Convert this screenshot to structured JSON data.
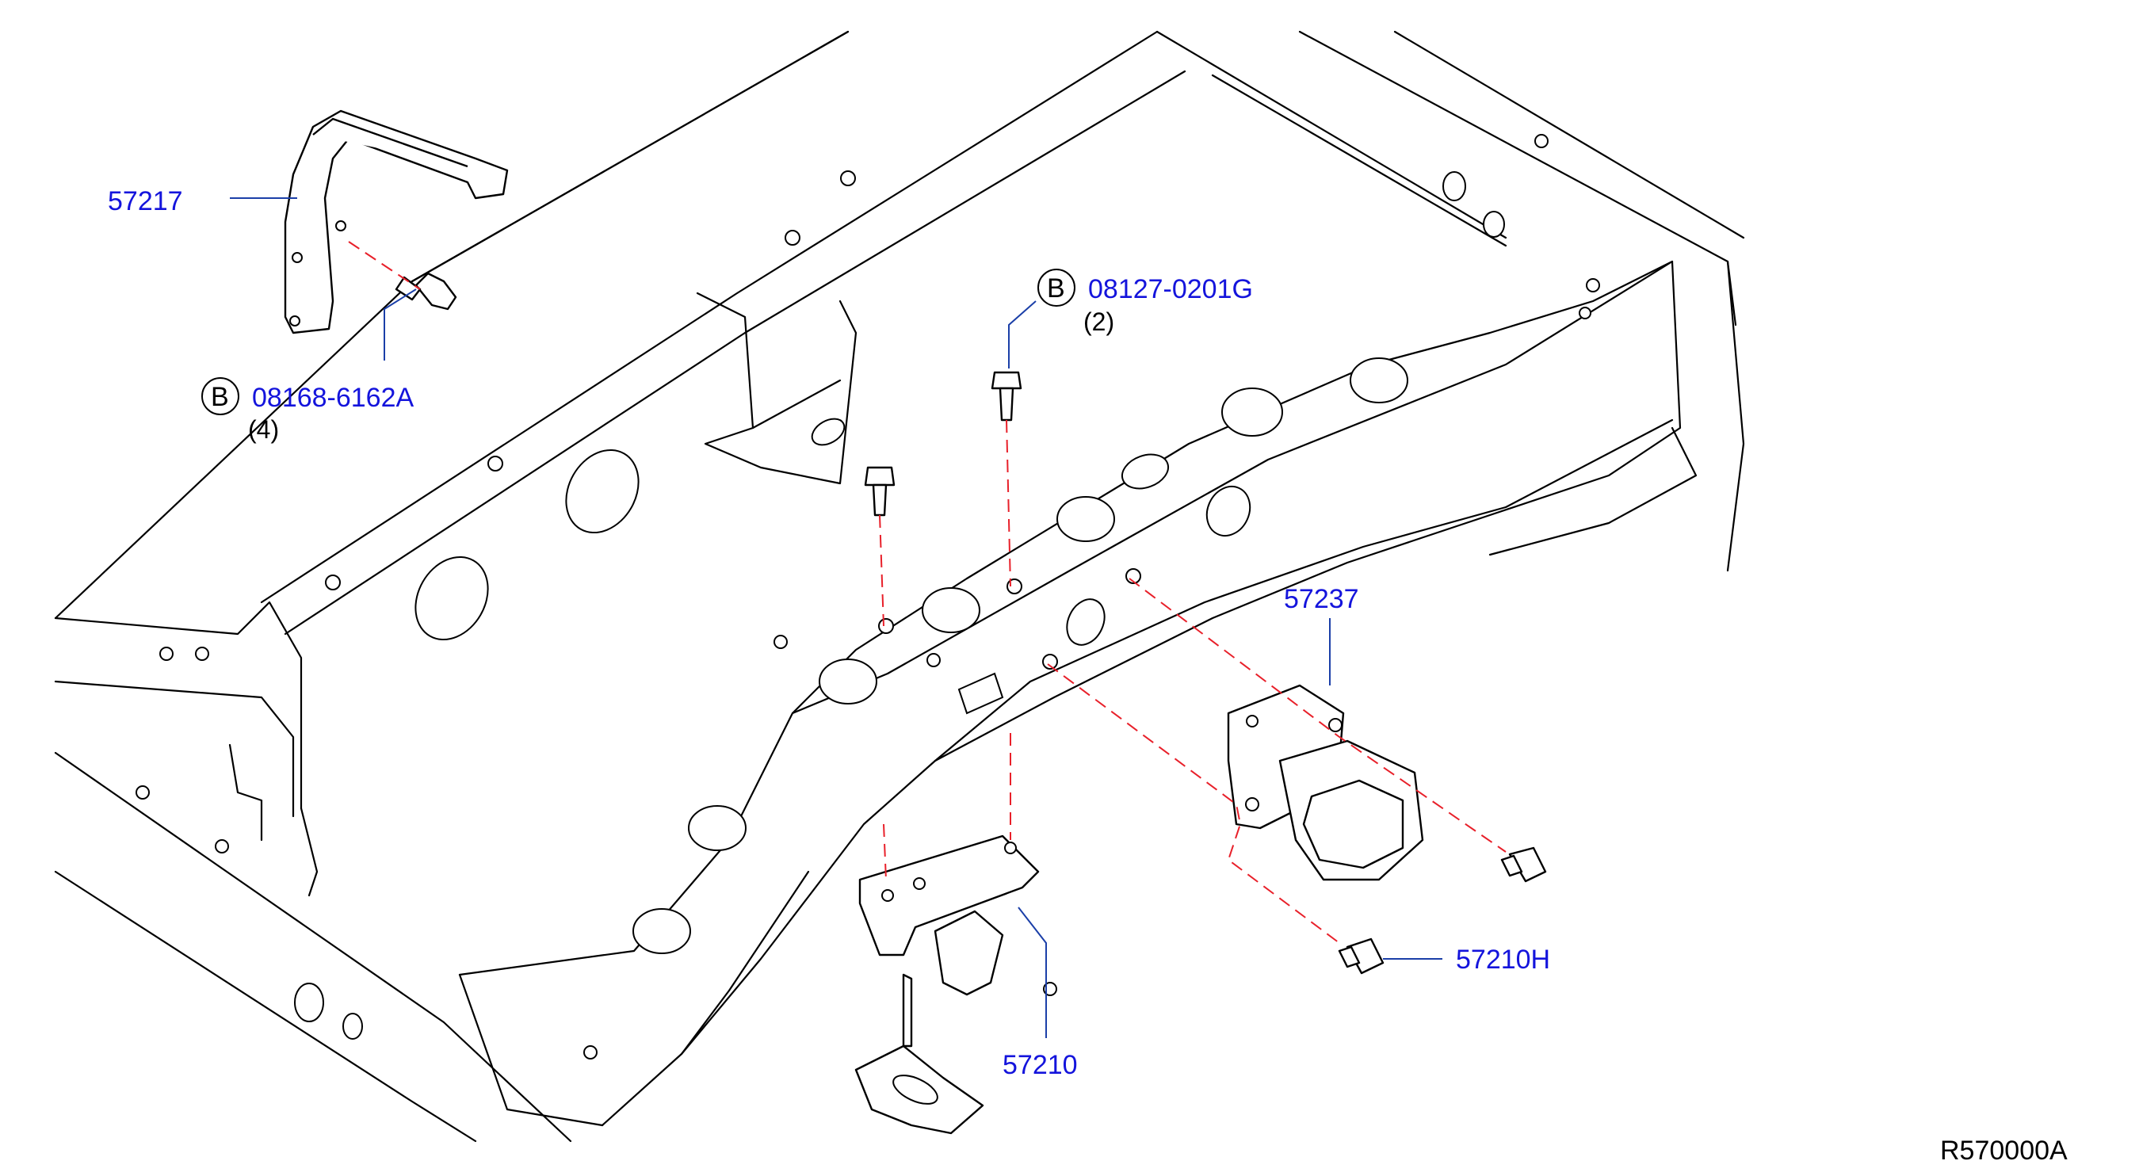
{
  "labels": {
    "p57217": "57217",
    "p08168": "08168-6162A",
    "p08168_qty": "(4)",
    "p08127": "08127-0201G",
    "p08127_qty": "(2)",
    "p57237": "57237",
    "p57210": "57210",
    "p57210H": "57210H",
    "callout_b": "B",
    "drawing_ref": "R570000A"
  },
  "colors": {
    "part_number": "#1414dc",
    "dashed_line": "#e8202a",
    "leader_line": "#1b3fa8"
  }
}
